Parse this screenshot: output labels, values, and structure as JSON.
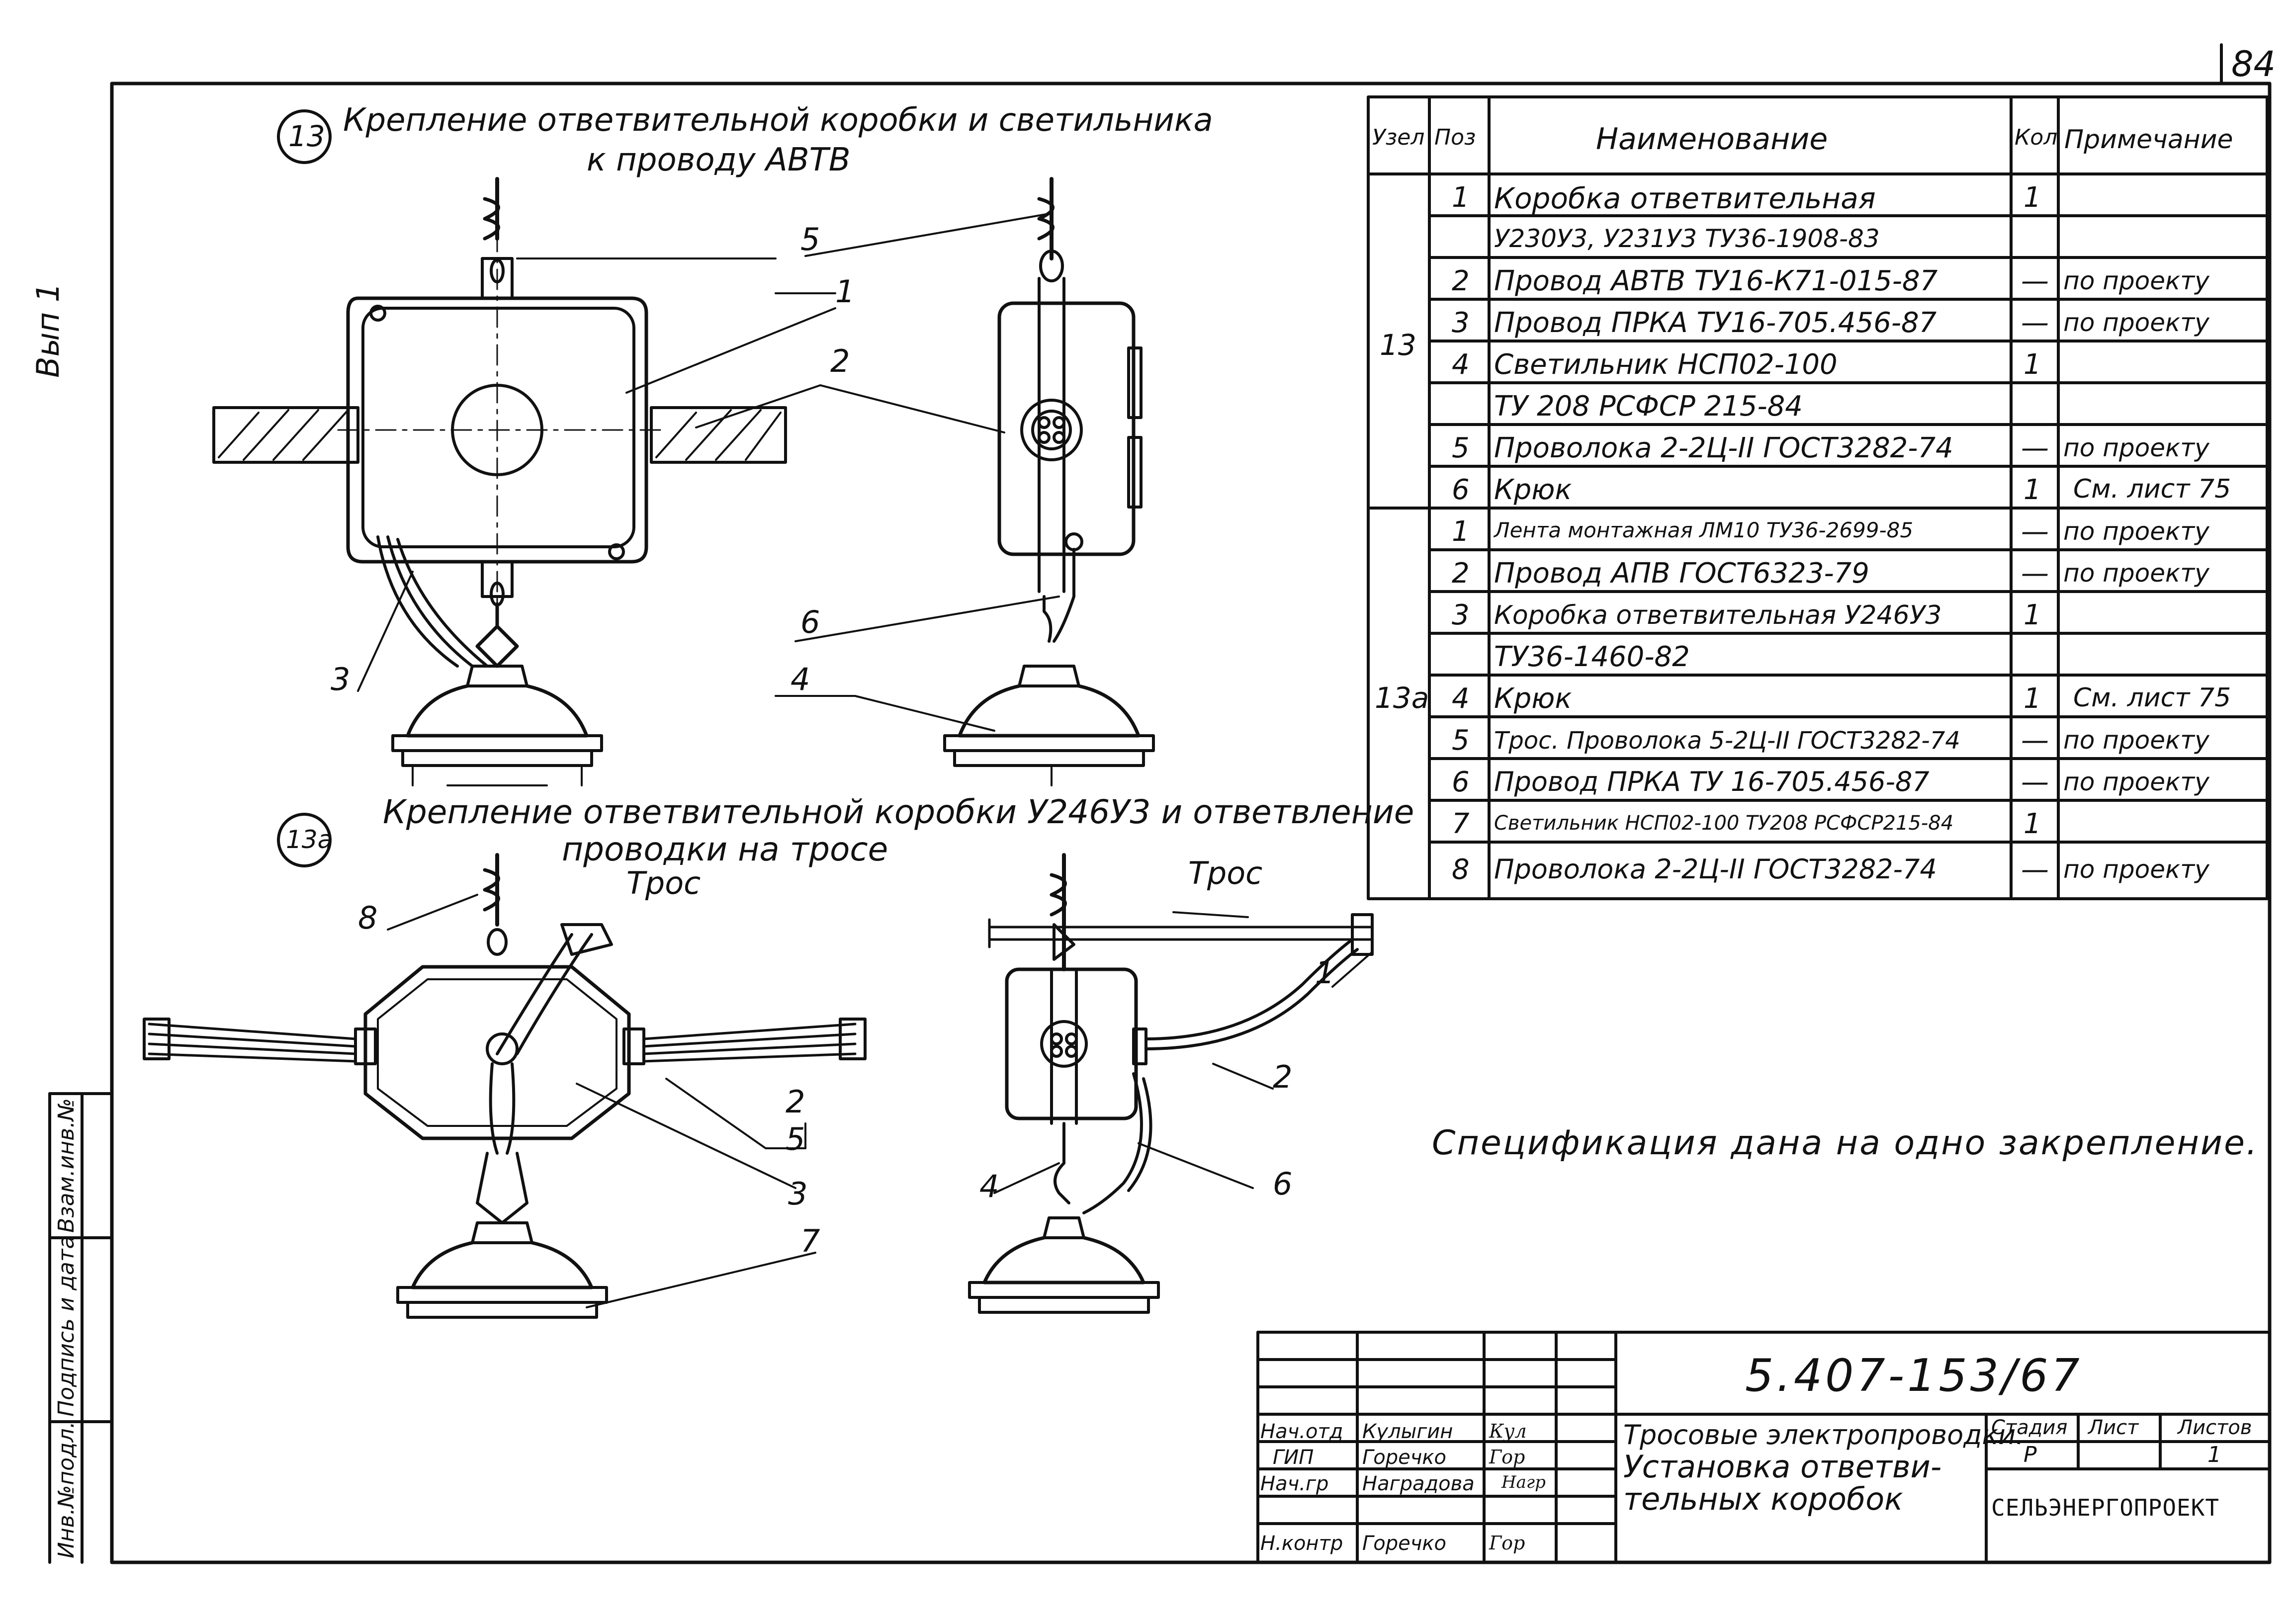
{
  "sheet_number": "84",
  "left_margin": {
    "vyp": "Вып 1"
  },
  "side_stamp": {
    "col1": "Инв.№подл.",
    "col2": "Подпись и дата",
    "col3": "Взам.инв.№"
  },
  "section13": {
    "number": "13",
    "title_line1": "Крепление ответвительной коробки и светильника",
    "title_line2": "к проводу АВТВ",
    "callouts": [
      "1",
      "2",
      "3",
      "4",
      "5",
      "6"
    ]
  },
  "section13a": {
    "number": "13а",
    "title_line1": "Крепление ответвительной коробки У246У3 и ответвление",
    "title_line2": "проводки на тросе",
    "tros_left": "Трос",
    "tros_right": "Трос",
    "callouts": [
      "8",
      "3",
      "7",
      "2",
      "5",
      "1",
      "2",
      "4",
      "6"
    ]
  },
  "spec_table": {
    "headers": [
      "Узел",
      "Поз",
      "Наименование",
      "Кол",
      "Примечание"
    ],
    "groups": [
      {
        "node": "13",
        "rows": [
          {
            "pos": "1",
            "name": "Коробка ответвительная",
            "qty": "1",
            "note": ""
          },
          {
            "pos": "",
            "name": "У230У3, У231У3 ТУ36-1908-83",
            "qty": "",
            "note": ""
          },
          {
            "pos": "2",
            "name": "Провод АВТВ ТУ16-К71-015-87",
            "qty": "—",
            "note": "по проекту"
          },
          {
            "pos": "3",
            "name": "Провод ПРКА ТУ16-705.456-87",
            "qty": "—",
            "note": "по проекту"
          },
          {
            "pos": "4",
            "name": "Светильник НСП02-100",
            "qty": "1",
            "note": ""
          },
          {
            "pos": "",
            "name": "ТУ 208 РСФСР 215-84",
            "qty": "",
            "note": ""
          },
          {
            "pos": "5",
            "name": "Проволока 2-2Ц-II ГОСТ3282-74",
            "qty": "—",
            "note": "по проекту"
          },
          {
            "pos": "6",
            "name": "Крюк",
            "qty": "1",
            "note": "См. лист 75"
          }
        ]
      },
      {
        "node": "13а",
        "rows": [
          {
            "pos": "1",
            "name": "Лента монтажная ЛМ10 ТУ36-2699-85",
            "qty": "—",
            "note": "по проекту"
          },
          {
            "pos": "2",
            "name": "Провод АПВ ГОСТ6323-79",
            "qty": "—",
            "note": "по проекту"
          },
          {
            "pos": "3",
            "name": "Коробка ответвительная У246У3",
            "qty": "1",
            "note": ""
          },
          {
            "pos": "",
            "name": "ТУ36-1460-82",
            "qty": "",
            "note": ""
          },
          {
            "pos": "4",
            "name": "Крюк",
            "qty": "1",
            "note": "См. лист 75"
          },
          {
            "pos": "5",
            "name": "Трос. Проволока 5-2Ц-II ГОСТ3282-74",
            "qty": "—",
            "note": "по проекту"
          },
          {
            "pos": "6",
            "name": "Провод ПРКА ТУ 16-705.456-87",
            "qty": "—",
            "note": "по проекту"
          },
          {
            "pos": "7",
            "name": "Светильник НСП02-100 ТУ208 РСФСР215-84",
            "qty": "1",
            "note": ""
          },
          {
            "pos": "8",
            "name": "Проволока 2-2Ц-II ГОСТ3282-74",
            "qty": "—",
            "note": "по проекту"
          }
        ]
      }
    ]
  },
  "spec_note": "Спецификация дана на одно закрепление.",
  "title_block": {
    "doc_code": "5.407-153/67",
    "roles": [
      {
        "role": "Нач.отд",
        "name": "Кулыгин",
        "sign": "Кул"
      },
      {
        "role": "ГИП",
        "name": "Горечко",
        "sign": "Гор"
      },
      {
        "role": "Нач.гр",
        "name": "Наградова",
        "sign": "Нагр"
      },
      {
        "role": "Н.контр",
        "name": "Горечко",
        "sign": "Гор"
      }
    ],
    "title_lines": [
      "Тросовые электропроводки.",
      "Установка ответви-",
      "тельных коробок"
    ],
    "stage_label": "Стадия",
    "sheet_label": "Лист",
    "sheets_label": "Листов",
    "stage_value": "Р",
    "sheets_value": "1",
    "organization": "СЕЛЬЭНЕРГОПРОЕКТ"
  },
  "colors": {
    "ink": "#111111",
    "paper": "#ffffff"
  }
}
